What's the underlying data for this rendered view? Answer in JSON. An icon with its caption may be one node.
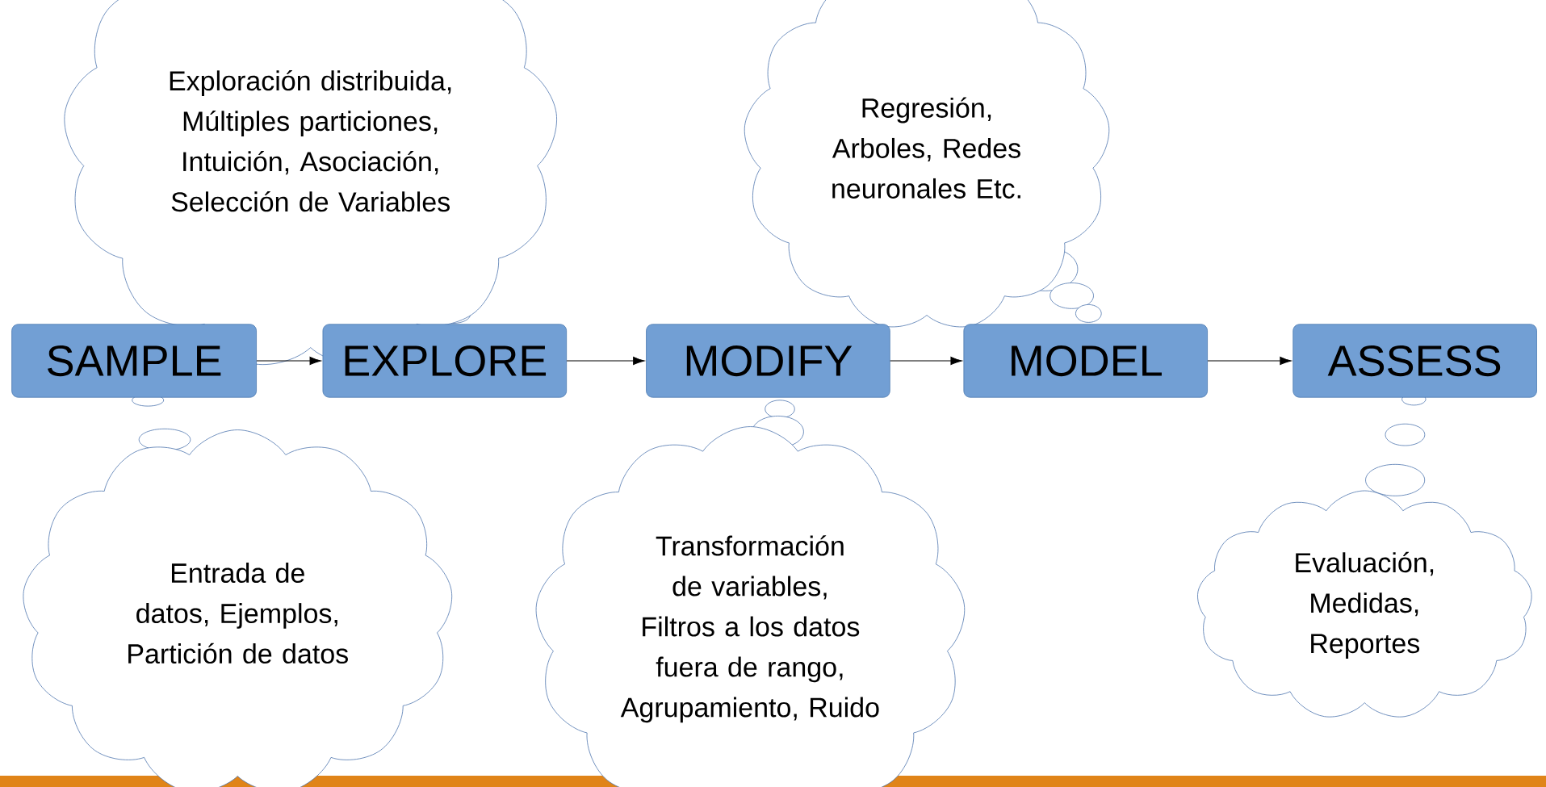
{
  "diagram": {
    "nodes": [
      {
        "text": [
          "Exploración distribuida, Múltiples particiones, Intuición, Asociación, Selección de Variables"
        ]
      },
      {
        "text": [
          "Regresión, Arboles, Redes neuronales Etc."
        ]
      },
      {
        "text": [
          "SAMPLE"
        ]
      },
      {
        "text": [
          "EXPLORE"
        ]
      },
      {
        "text": [
          "MODIFY"
        ]
      },
      {
        "text": [
          "MODEL"
        ]
      },
      {
        "text": [
          "ASSESS"
        ]
      },
      {
        "text": [
          "Entrada de datos, Ejemplos, Partición de datos"
        ]
      },
      {
        "text": [
          "Transformación de variables, Filtros a los datos fuera de rango, Agrupamiento, Ruido"
        ]
      },
      {
        "text": [
          "Evaluación, Medidas, Reportes"
        ]
      }
    ],
    "edges": [
      {
        "from": 2,
        "to": 3,
        "arrow": "to"
      },
      {
        "from": 3,
        "to": 4,
        "arrow": "to"
      },
      {
        "from": 4,
        "to": 5,
        "arrow": "to"
      },
      {
        "from": 5,
        "to": 6,
        "arrow": "to"
      }
    ]
  }
}
